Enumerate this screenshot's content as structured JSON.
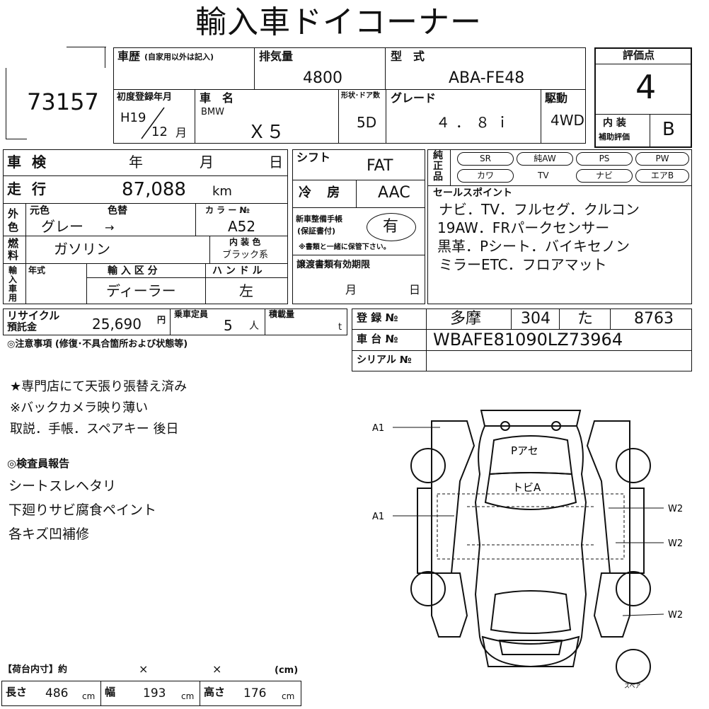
{
  "title": "輸入車ドイコーナー",
  "lot_no": "73157",
  "history": {
    "label": "車歴",
    "note": "(自家用以外は記入)"
  },
  "displacement": {
    "label": "排気量",
    "value": "4800"
  },
  "model": {
    "label": "型　式",
    "value": "ABA-FE48"
  },
  "rating": {
    "label": "評価点",
    "value": "4",
    "interior_label": "内 装",
    "aux_label": "補助評価",
    "interior_value": "B"
  },
  "first_reg": {
    "label": "初度登録年月",
    "era": "H19",
    "month": "12",
    "month_unit": "月"
  },
  "car_name": {
    "label": "車　名",
    "maker": "BMW",
    "value": "Ｘ５"
  },
  "shape_doors": {
    "label": "形状･ドア数",
    "value": "5D"
  },
  "grade": {
    "label": "グレード",
    "value": "４．８ｉ"
  },
  "drive": {
    "label": "駆動",
    "value": "4WD"
  },
  "inspection": {
    "label": "車 検",
    "year": "年",
    "month": "月",
    "day": "日"
  },
  "mileage": {
    "label": "走 行",
    "value": "87,088",
    "unit": "km"
  },
  "shift": {
    "label": "シフト",
    "value": "FAT"
  },
  "ac": {
    "label": "冷 房",
    "value": "AAC"
  },
  "equipment": {
    "label": "純正品",
    "row1": [
      "SR",
      "純AW",
      "PS",
      "PW"
    ],
    "row2": [
      "カワ",
      "TV",
      "ナビ",
      "エアB"
    ]
  },
  "exterior": {
    "label": "外色",
    "orig_label": "元色",
    "change_label": "色替",
    "orig_value": "グレー",
    "arrow": "→",
    "color_no_label": "カ ラ ー №",
    "color_no": "A52"
  },
  "fuel": {
    "label": "燃料",
    "value": "ガソリン",
    "interior_color_label": "内 装 色",
    "interior_color": "ブラック系"
  },
  "warranty": {
    "label1": "新車整備手帳",
    "label2": "(保証書付)",
    "value": "有",
    "note": "※書類と一緒に保管下さい。"
  },
  "sales_points": {
    "label": "セールスポイント",
    "lines": [
      "ナビ．TV．フルセグ．クルコン",
      "19AW．FRパークセンサー",
      "黒革．Pシート．バイキセノン",
      "ミラーETC．フロアマット"
    ]
  },
  "import": {
    "label": "輸入車用",
    "year_label": "年式",
    "category_label": "輸 入 区 分",
    "category_value": "ディーラー",
    "handle_label": "ハ ン ド ル",
    "handle_value": "左"
  },
  "transfer_docs": {
    "label": "譲渡書類有効期限",
    "month": "月",
    "day": "日"
  },
  "recycle": {
    "label1": "リサイクル",
    "label2": "預託金",
    "value": "25,690",
    "unit": "円"
  },
  "capacity": {
    "label": "乗車定員",
    "value": "5",
    "unit": "人"
  },
  "load": {
    "label": "積載量",
    "unit": "t"
  },
  "registration": {
    "label": "登 録 №",
    "area": "多摩",
    "class": "304",
    "kana": "た",
    "number": "8763"
  },
  "chassis": {
    "label": "車 台 №",
    "value": "WBAFE81090LZ73964"
  },
  "serial": {
    "label": "シリアル №"
  },
  "notes": {
    "label": "◎注意事項 (修復･不具合箇所および状態等)",
    "lines": [
      "★専門店にて天張り張替え済み",
      "※バックカメラ映り薄い",
      "取説．手帳．スペアキー 後日"
    ]
  },
  "inspector": {
    "label": "◎検査員報告",
    "lines": [
      "シートスレヘタリ",
      "下廻りサビ腐食ペイント",
      "各キズ凹補修"
    ]
  },
  "diagram": {
    "roof_note": "Pアセ",
    "hood_note": "トビA",
    "left_labels": [
      "A1",
      "A1"
    ],
    "right_labels": [
      "W2",
      "W2",
      "W2"
    ],
    "spare": "スペア"
  },
  "cargo": {
    "label": "【荷台内寸】約",
    "x1": "×",
    "x2": "×",
    "unit": "(cm)",
    "length_label": "長さ",
    "length": "486",
    "length_unit": "cm",
    "width_label": "幅",
    "width": "193",
    "width_unit": "cm",
    "height_label": "高さ",
    "height": "176",
    "height_unit": "cm"
  }
}
